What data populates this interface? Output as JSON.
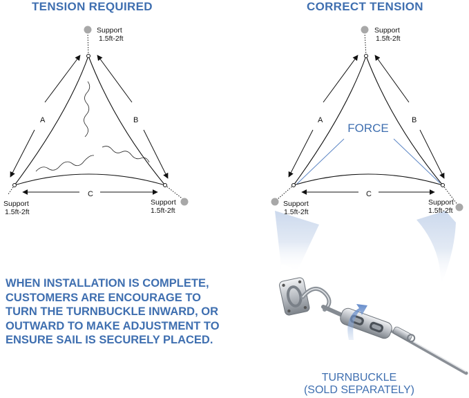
{
  "headings": {
    "left": "TENSION REQUIRED",
    "right": "CORRECT TENSION"
  },
  "left_diagram": {
    "supports": [
      {
        "name": "Support",
        "size": "1.5ft-2ft"
      },
      {
        "name": "Support",
        "size": "1.5ft-2ft"
      },
      {
        "name": "Support",
        "size": "1.5ft-2ft"
      }
    ],
    "side_labels": [
      "A",
      "B",
      "C"
    ]
  },
  "right_diagram": {
    "supports": [
      {
        "name": "Support",
        "size": "1.5ft-2ft"
      },
      {
        "name": "Support",
        "size": "1.5ft-2ft"
      },
      {
        "name": "Support",
        "size": "1.5ft-2ft"
      }
    ],
    "side_labels": [
      "A",
      "B",
      "C"
    ],
    "force_label": "FORCE"
  },
  "instructions": {
    "lines": [
      "WHEN INSTALLATION IS COMPLETE,",
      "CUSTOMERS ARE ENCOURAGE TO",
      "TURN THE TURNBUCKLE INWARD, OR",
      "OUTWARD TO MAKE ADJUSTMENT TO",
      "ENSURE SAIL IS SECURELY PLACED."
    ]
  },
  "caption": {
    "line1": "TURNBUCKLE",
    "line2": "(SOLD SEPARATELY)"
  },
  "colors": {
    "accent": "#3f6fb0",
    "support": "#a8a8a8",
    "line": "#111111",
    "glow": "#dfe7f3",
    "steel": "#bfc3c8"
  }
}
